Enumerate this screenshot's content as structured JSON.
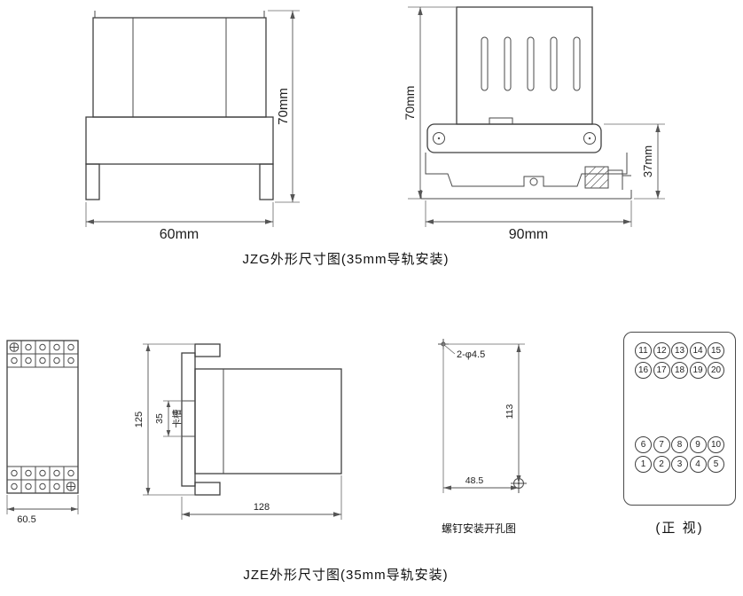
{
  "jzg": {
    "caption": "JZG外形尺寸图(35mm导轨安装)",
    "front": {
      "height": "70mm",
      "width": "60mm"
    },
    "side": {
      "height": "70mm",
      "rail_height": "37mm",
      "width": "90mm"
    }
  },
  "jze": {
    "caption": "JZE外形尺寸图(35mm导轨安装)",
    "bottom_view": {
      "width": "60.5"
    },
    "side_view": {
      "height": "125",
      "slot": "35",
      "slot_label": "卡槽",
      "length": "128"
    },
    "drill": {
      "caption": "螺钉安装开孔图",
      "holes": "2-φ4.5",
      "vertical": "113",
      "horizontal": "48.5"
    },
    "panel": {
      "label": "(正 视)",
      "row1": [
        "11",
        "12",
        "13",
        "14",
        "15"
      ],
      "row2": [
        "16",
        "17",
        "18",
        "19",
        "20"
      ],
      "row3": [
        "6",
        "7",
        "8",
        "9",
        "10"
      ],
      "row4": [
        "1",
        "2",
        "3",
        "4",
        "5"
      ]
    }
  }
}
